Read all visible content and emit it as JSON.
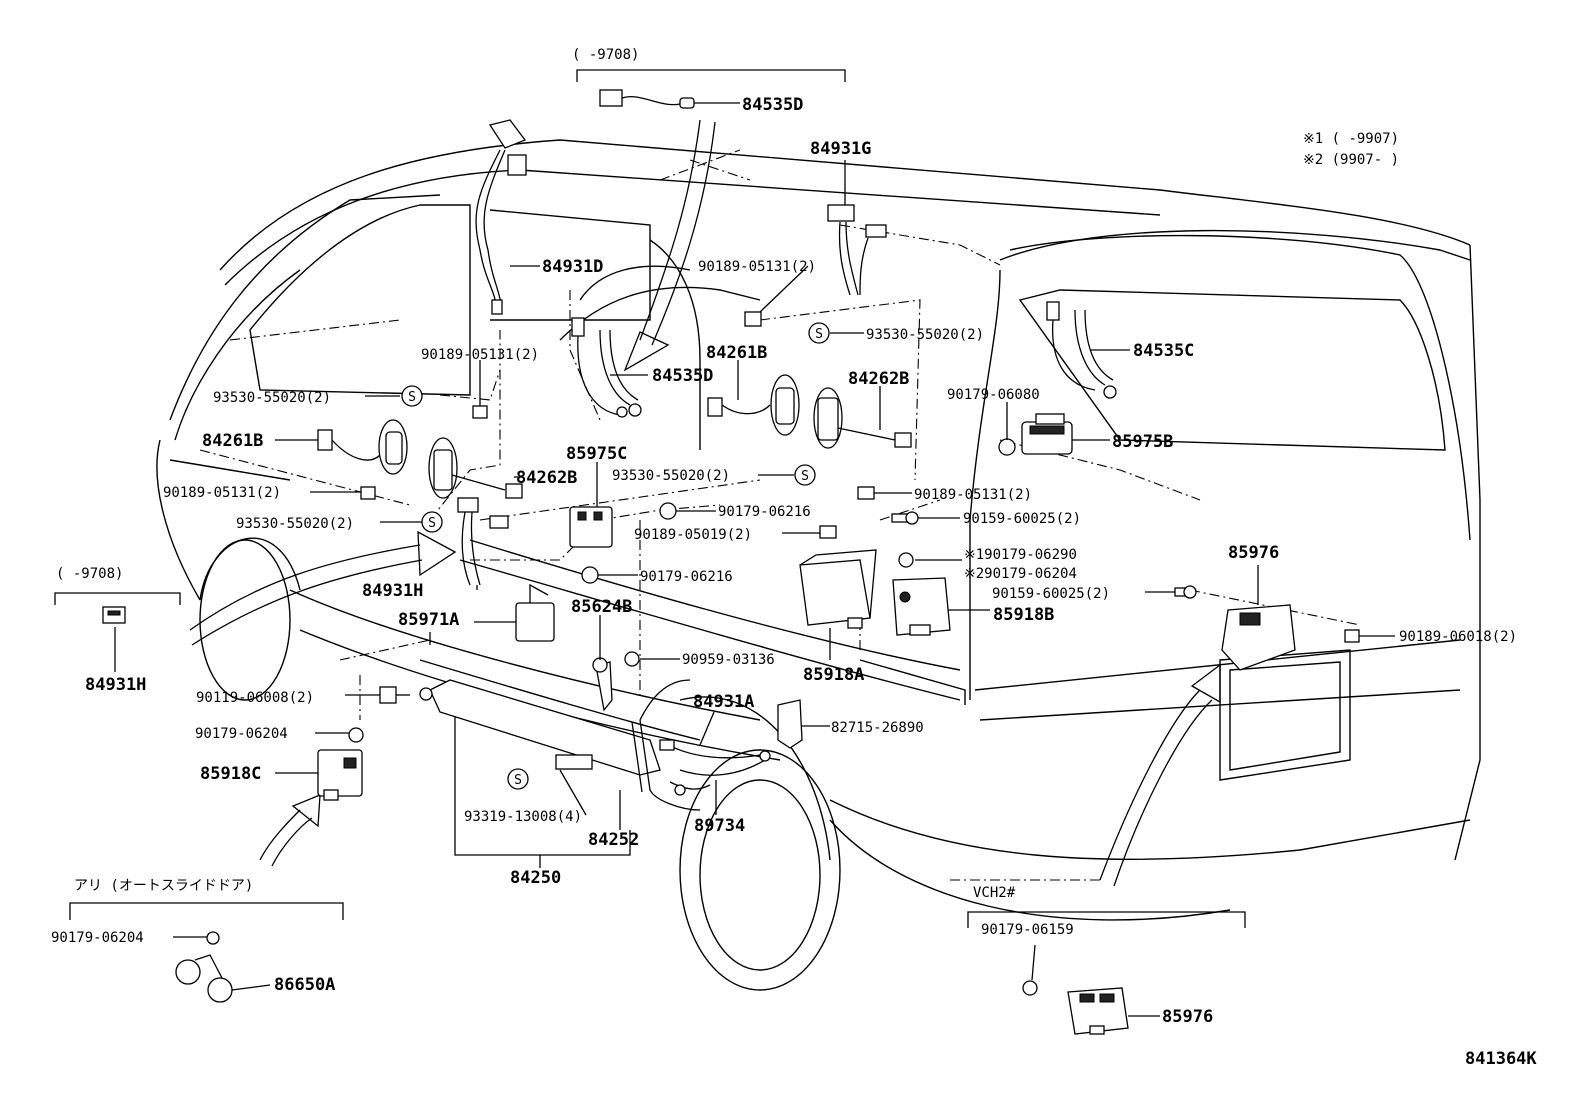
{
  "diagram_id": "841364K",
  "legend": {
    "note1": "※1 (      -9907)",
    "note2": "※2 (9907-      )"
  },
  "groups": {
    "top_range": "(      -9708)",
    "left_range": "(      -9708)",
    "auto_slide": "アリ (オートスライドドア)",
    "vch2": "VCH2#"
  },
  "labels": {
    "p84535D_top": "84535D",
    "p84931G": "84931G",
    "p84931D": "84931D",
    "p90189_05131_a": "90189-05131(2)",
    "p90189_05131_b": "90189-05131(2)",
    "p93530_55020_a": "93530-55020(2)",
    "p93530_55020_b": "93530-55020(2)",
    "p84261B_mid": "84261B",
    "p84535D_mid": "84535D",
    "p84262B_right": "84262B",
    "p84535C": "84535C",
    "p90179_06080": "90179-06080",
    "p85975B": "85975B",
    "p84261B_left": "84261B",
    "p85975C": "85975C",
    "p93530_55020_c": "93530-55020(2)",
    "p90189_05131_c": "90189-05131(2)",
    "p84262B_left": "84262B",
    "p90189_05131_d": "90189-05131(2)",
    "p90179_06216_a": "90179-06216",
    "p90159_60025_a": "90159-60025(2)",
    "p93530_55020_d": "93530-55020(2)",
    "p90189_05019": "90189-05019(2)",
    "p190179_06290": "※190179-06290",
    "p290179_06204": "※290179-06204",
    "p85976_top": "85976",
    "p90179_06216_b": "90179-06216",
    "p90159_60025_b": "90159-60025(2)",
    "p84931H_mid": "84931H",
    "p85624B": "85624B",
    "p85918B": "85918B",
    "p90189_06018": "90189-06018(2)",
    "p84931H_left": "84931H",
    "p85971A": "85971A",
    "p90959_03136": "90959-03136",
    "p85918A": "85918A",
    "p84931A": "84931A",
    "p90119_06008": "90119-06008(2)",
    "p82715_26890": "82715-26890",
    "p90179_06204_a": "90179-06204",
    "p85918C": "85918C",
    "p93319_13008": "93319-13008(4)",
    "p89734": "89734",
    "p84252": "84252",
    "p84250": "84250",
    "p90179_06204_b": "90179-06204",
    "p86650A": "86650A",
    "p90179_06159": "90179-06159",
    "p85976_bottom": "85976"
  },
  "symbols": {
    "screw_mark": "S"
  }
}
